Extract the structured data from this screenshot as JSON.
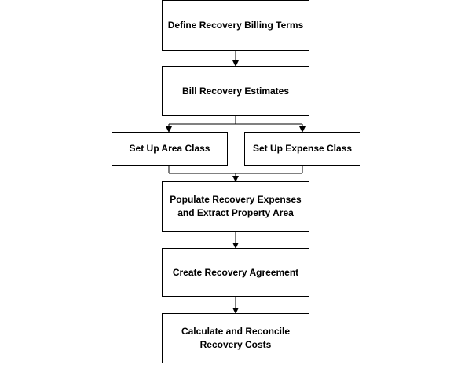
{
  "diagram": {
    "nodes": [
      {
        "id": "define-terms",
        "label": "Define Recovery Billing Terms"
      },
      {
        "id": "bill-estimates",
        "label": "Bill Recovery Estimates"
      },
      {
        "id": "area-class",
        "label": "Set Up Area Class"
      },
      {
        "id": "expense-class",
        "label": "Set Up Expense Class"
      },
      {
        "id": "populate",
        "label": "Populate Recovery Expenses and Extract Property Area"
      },
      {
        "id": "agreement",
        "label": "Create Recovery Agreement"
      },
      {
        "id": "reconcile",
        "label": "Calculate and Reconcile Recovery Costs"
      }
    ],
    "edges": [
      {
        "from": "define-terms",
        "to": "bill-estimates"
      },
      {
        "from": "bill-estimates",
        "to": "area-class"
      },
      {
        "from": "bill-estimates",
        "to": "expense-class"
      },
      {
        "from": "area-class",
        "to": "populate"
      },
      {
        "from": "expense-class",
        "to": "populate"
      },
      {
        "from": "populate",
        "to": "agreement"
      },
      {
        "from": "agreement",
        "to": "reconcile"
      }
    ],
    "colors": {
      "line": "#000000",
      "box_border": "#000000",
      "box_fill": "#ffffff"
    }
  }
}
